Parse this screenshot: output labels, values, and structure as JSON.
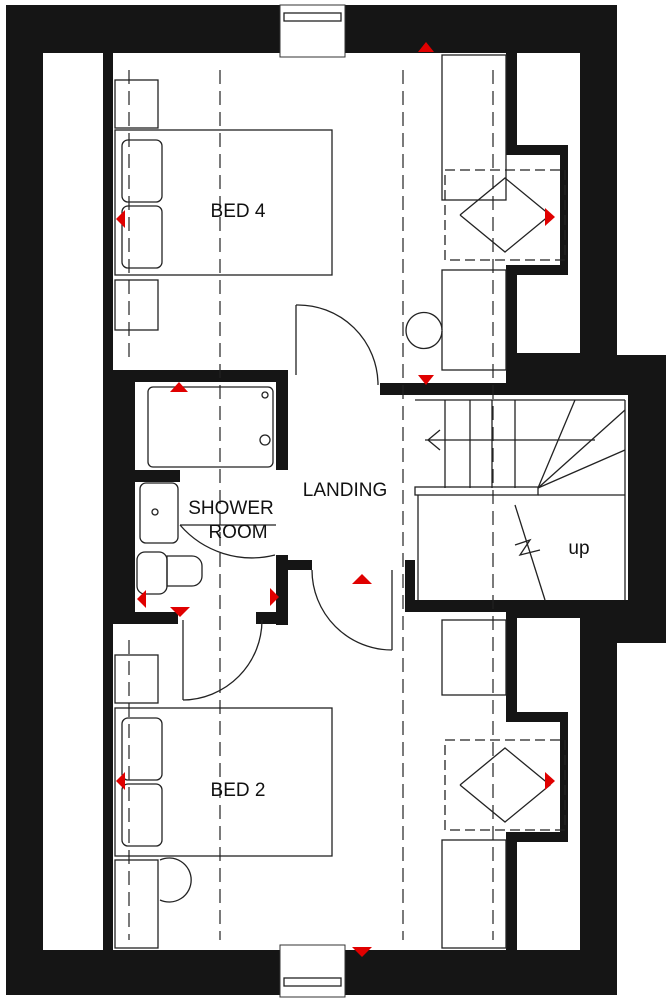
{
  "rooms": {
    "bed4": "BED 4",
    "landing": "LANDING",
    "shower_line1": "SHOWER",
    "shower_line2": "ROOM",
    "bed2": "BED 2",
    "stair_direction": "up"
  },
  "colors": {
    "wall": "#151515",
    "marker": "#e00000",
    "background": "#ffffff"
  }
}
